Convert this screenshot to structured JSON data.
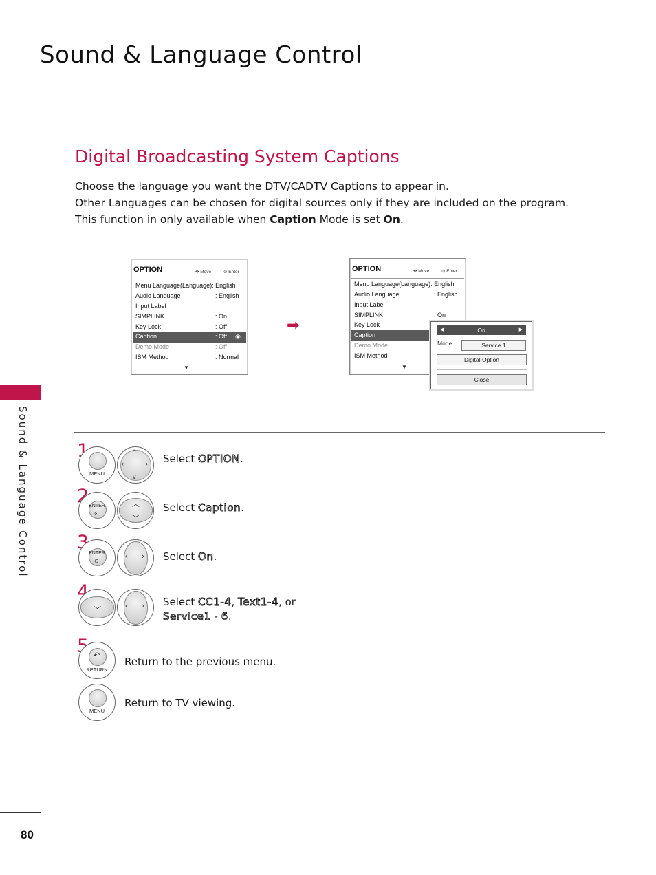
{
  "page_title": "Sound & Language Control",
  "section_title": "Digital Broadcasting System Captions",
  "intro": {
    "line1": "Choose the language you want the DTV/CADTV Captions to appear in.",
    "line2": "Other Languages can be chosen for digital sources only if they are included on the program.",
    "line3_prefix": "This function in only available when ",
    "line3_bold1": "Caption",
    "line3_mid": " Mode is set ",
    "line3_bold2": "On",
    "line3_suffix": "."
  },
  "sidebar_label": "Sound & Language Control",
  "screen_left": {
    "title": "OPTION",
    "hint_move": "Move",
    "hint_enter": "Enter",
    "rows": [
      {
        "label": "Menu Language(Language): English",
        "value": ""
      },
      {
        "label": "Audio Language",
        "value": ": English"
      },
      {
        "label": "Input Label",
        "value": ""
      },
      {
        "label": "SIMPLINK",
        "value": ": On"
      },
      {
        "label": "Key Lock",
        "value": ": Off"
      },
      {
        "label": "Caption",
        "value": ": Off"
      },
      {
        "label": "Demo Mode",
        "value": ": Off"
      },
      {
        "label": "ISM Method",
        "value": ": Normal"
      }
    ]
  },
  "screen_right": {
    "title": "OPTION",
    "hint_move": "Move",
    "hint_enter": "Enter",
    "rows": [
      {
        "label": "Menu Language(Language): English",
        "value": ""
      },
      {
        "label": "Audio Language",
        "value": ": English"
      },
      {
        "label": "Input Label",
        "value": ""
      },
      {
        "label": "SIMPLINK",
        "value": ": On"
      },
      {
        "label": "Key Lock",
        "value": ""
      },
      {
        "label": "Caption",
        "value": ""
      },
      {
        "label": "Demo Mode",
        "value": ""
      },
      {
        "label": "ISM Method",
        "value": ""
      }
    ],
    "popup": {
      "on_value": "On",
      "mode_label": "Mode",
      "mode_value": "Service 1",
      "digital_option": "Digital Option",
      "close": "Close"
    }
  },
  "steps": [
    {
      "num": "1",
      "prefix": "Select ",
      "key": "OPTION",
      "suffix": "."
    },
    {
      "num": "2",
      "prefix": "Select ",
      "key": "Caption",
      "suffix": "."
    },
    {
      "num": "3",
      "prefix": "Select ",
      "key": "On",
      "suffix": "."
    },
    {
      "num": "4",
      "prefix": "Select ",
      "key": "CC1-4",
      "sep1": ", ",
      "key2": "Text1-4",
      "sep2": ", or",
      "key3": "Service1",
      "sep3": " - ",
      "key4": "6",
      "suffix": "."
    },
    {
      "num": "5",
      "text": "Return to the previous menu."
    }
  ],
  "final_step_text": "Return to TV viewing.",
  "buttons": {
    "menu": "MENU",
    "enter": "ENTER",
    "return": "RETURN"
  },
  "page_number": "80"
}
